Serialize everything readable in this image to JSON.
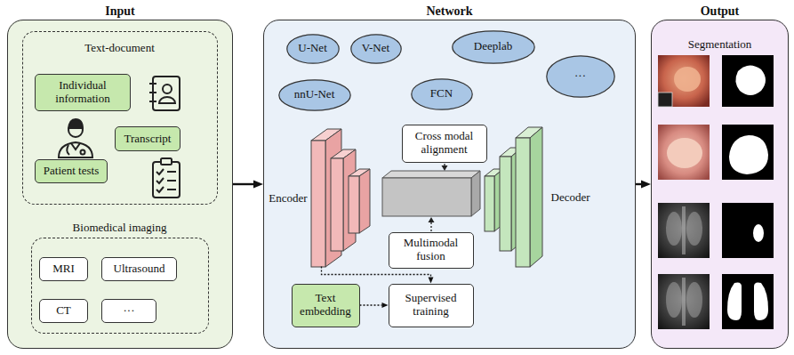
{
  "diagram": {
    "nodes": [
      {
        "text": [
          "Input"
        ]
      },
      {
        "text": [
          "Text-document"
        ],
        "in": 0
      },
      {
        "text": [
          "Individual information"
        ],
        "in": 1
      },
      {
        "text": [
          "Transcript"
        ],
        "in": 1
      },
      {
        "text": [
          "Patient tests"
        ],
        "in": 1
      },
      {
        "text": [
          "Biomedical imaging"
        ],
        "in": 0
      },
      {
        "text": [
          "MRI"
        ],
        "in": 5
      },
      {
        "text": [
          "Ultrasound"
        ],
        "in": 5
      },
      {
        "text": [
          "CT"
        ],
        "in": 5
      },
      {
        "text": [
          "···"
        ],
        "in": 5
      },
      {
        "text": [
          "Network"
        ]
      },
      {
        "text": [
          "U-Net"
        ],
        "in": 10
      },
      {
        "text": [
          "V-Net"
        ],
        "in": 10
      },
      {
        "text": [
          "Deeplab"
        ],
        "in": 10
      },
      {
        "text": [
          "nnU-Net"
        ],
        "in": 10
      },
      {
        "text": [
          "FCN"
        ],
        "in": 10
      },
      {
        "text": [
          "···"
        ],
        "in": 10
      },
      {
        "text": [
          "Cross modal alignment"
        ],
        "in": 10
      },
      {
        "text": [
          "Encoder"
        ],
        "in": 10
      },
      {
        "text": [
          "Decoder"
        ],
        "in": 10
      },
      {
        "text": [
          "Multimodal fusion"
        ],
        "in": 10
      },
      {
        "text": [
          "Text embedding"
        ],
        "in": 10
      },
      {
        "text": [
          "Supervised training"
        ],
        "in": 10
      },
      {
        "text": [
          "Output",
          "Segmentation"
        ]
      }
    ],
    "edges": [
      {
        "from": 0,
        "to": 10,
        "arrow": "to"
      },
      {
        "from": 10,
        "to": 23,
        "arrow": "to"
      },
      {
        "from": 21,
        "to": 22,
        "arrow": "to"
      },
      {
        "from": 18,
        "to": 22,
        "arrow": "to"
      }
    ]
  }
}
